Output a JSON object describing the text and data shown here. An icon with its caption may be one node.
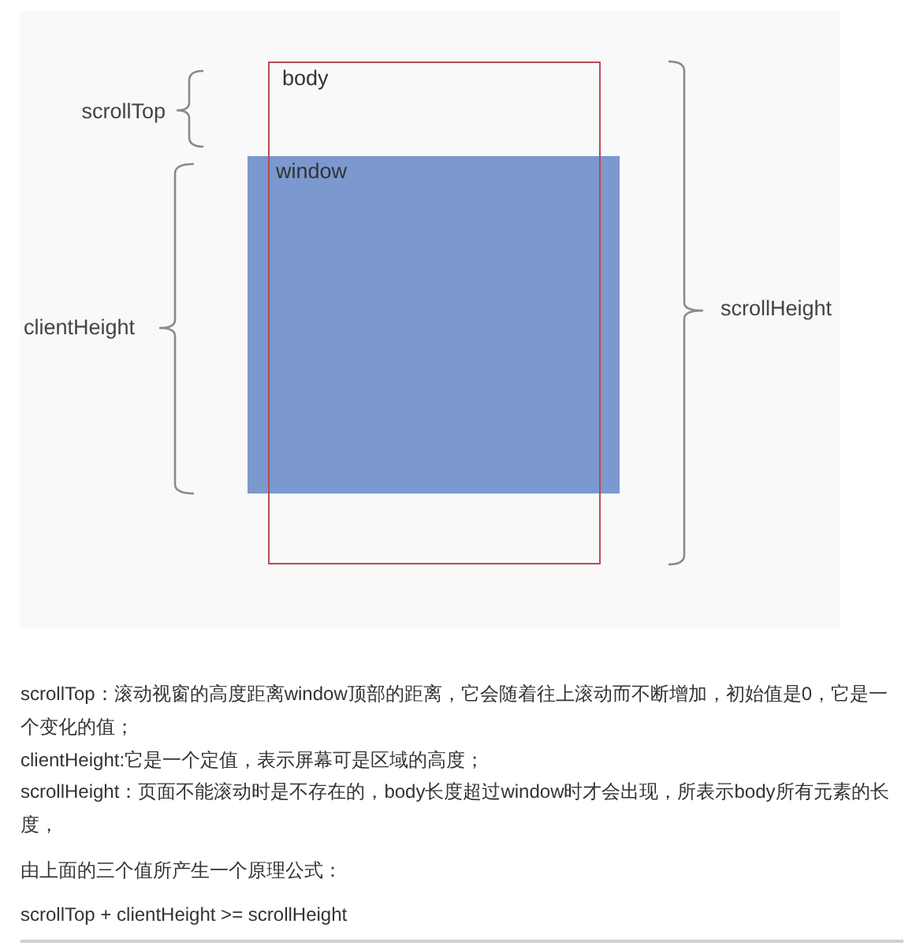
{
  "diagram": {
    "nodes": [
      {
        "text": [
          "body"
        ]
      },
      {
        "text": [
          "window"
        ]
      }
    ],
    "labels": [
      "scrollTop",
      "clientHeight",
      "scrollHeight",
      "scrollTop：滚动视窗的高度距离window顶部的距离，它会随着往上滚动而不断增加，初始值是0，它是一个变化的值；",
      "clientHeight:它是一个定值，表示屏幕可是区域的高度；",
      "scrollHeight：页面不能滚动时是不存在的，body长度超过window时才会出现，所表示body所有元素的长度，",
      "由上面的三个值所产生一个原理公式：",
      "scrollTop + clientHeight >= scrollHeight"
    ]
  }
}
